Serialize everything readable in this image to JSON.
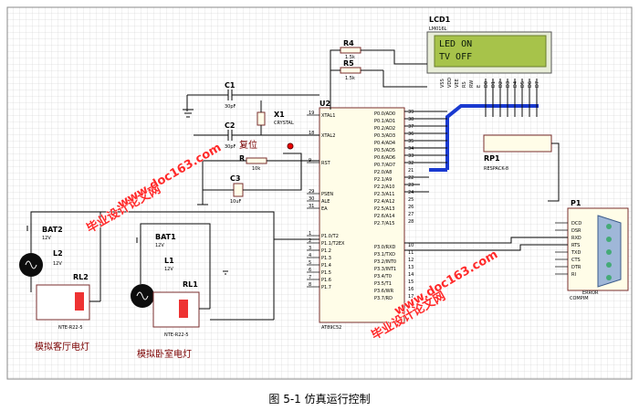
{
  "lcd": {
    "ref": "LCD1",
    "model": "LM016L",
    "line1": "LED ON",
    "line2": "TV OFF",
    "pins": [
      "VSS",
      "VDD",
      "VEE",
      "RS",
      "RW",
      "E",
      "D0",
      "D1",
      "D2",
      "D3",
      "D4",
      "D5",
      "D6",
      "D7"
    ]
  },
  "mcu": {
    "ref": "U2",
    "model": "AT89C52",
    "left_pins": [
      "XTAL1",
      "XTAL2",
      "RST",
      "PSEN",
      "ALE",
      "EA",
      "P1.0/T2",
      "P1.1/T2EX",
      "P1.2",
      "P1.3",
      "P1.4",
      "P1.5",
      "P1.6",
      "P1.7"
    ],
    "right_pins": [
      "P0.0/AD0",
      "P0.1/AD1",
      "P0.2/AD2",
      "P0.3/AD3",
      "P0.4/AD4",
      "P0.5/AD5",
      "P0.6/AD6",
      "P0.7/AD7",
      "P2.0/A8",
      "P2.1/A9",
      "P2.2/A10",
      "P2.3/A11",
      "P2.4/A12",
      "P2.5/A13",
      "P2.6/A14",
      "P2.7/A15",
      "P3.0/RXD",
      "P3.1/TXD",
      "P3.2/INT0",
      "P3.3/INT1",
      "P3.4/T0",
      "P3.5/T1",
      "P3.6/WR",
      "P3.7/RD"
    ],
    "right_pin_numbers": [
      "39",
      "38",
      "37",
      "36",
      "35",
      "34",
      "33",
      "32",
      "21",
      "22",
      "23",
      "24",
      "25",
      "26",
      "27",
      "28",
      "10",
      "11",
      "12",
      "13",
      "14",
      "15",
      "16",
      "17"
    ],
    "left_pin_numbers": [
      "19",
      "18",
      "9",
      "29",
      "30",
      "31",
      "1",
      "2",
      "3",
      "4",
      "5",
      "6",
      "7",
      "8"
    ]
  },
  "parts": {
    "r4": {
      "ref": "R4",
      "value": "1.5k"
    },
    "r5": {
      "ref": "R5",
      "value": "1.5k"
    },
    "c1": {
      "ref": "C1",
      "value": "30pF"
    },
    "c2": {
      "ref": "C2",
      "value": "30pF"
    },
    "x1": {
      "ref": "X1",
      "value": "CRYSTAL"
    },
    "reset": {
      "label": "复位"
    },
    "r_rst": {
      "ref": "R",
      "value": "10k"
    },
    "c3": {
      "ref": "C3",
      "value": "10uF"
    },
    "rp1": {
      "ref": "RP1",
      "value": "RESPACK-8"
    },
    "bat2": {
      "ref": "BAT2",
      "value": "12V"
    },
    "l2": {
      "ref": "L2",
      "value": "12V"
    },
    "rl2": {
      "ref": "RL2",
      "value": "NTE-R22-5"
    },
    "bat1": {
      "ref": "BAT1",
      "value": "12V"
    },
    "l1": {
      "ref": "L1",
      "value": "12V"
    },
    "rl1": {
      "ref": "RL1",
      "value": "NTE-R22-5"
    },
    "p1": {
      "ref": "P1",
      "model": "COMPIM",
      "pins": [
        "DCD",
        "DSR",
        "RXD",
        "RTS",
        "TXD",
        "CTS",
        "DTR",
        "RI"
      ],
      "error": "ERROR"
    }
  },
  "labels": {
    "living_room_lamp": "模拟客厅电灯",
    "bedroom_lamp": "模拟卧室电灯"
  },
  "watermarks": [
    "毕业设计论文网",
    "www.doc163.com"
  ],
  "caption": "图 5-1  仿真运行控制"
}
